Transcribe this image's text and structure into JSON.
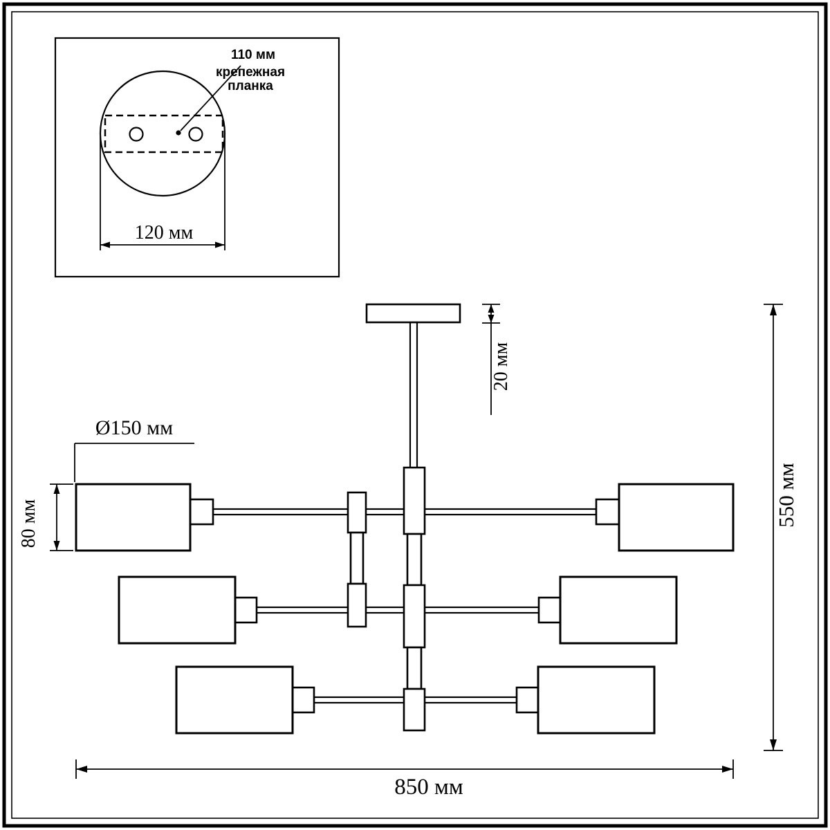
{
  "inset": {
    "hole_distance": "110 мм",
    "bracket_label_line1": "крепежная",
    "bracket_label_line2": "планка",
    "plate_width": "120 мм"
  },
  "dimensions": {
    "canopy_height": "20 мм",
    "shade_diameter": "Ø150 мм",
    "shade_height": "80 мм",
    "overall_height": "550 мм",
    "overall_width": "850 мм"
  },
  "colors": {
    "line": "#000000",
    "background": "#ffffff"
  }
}
